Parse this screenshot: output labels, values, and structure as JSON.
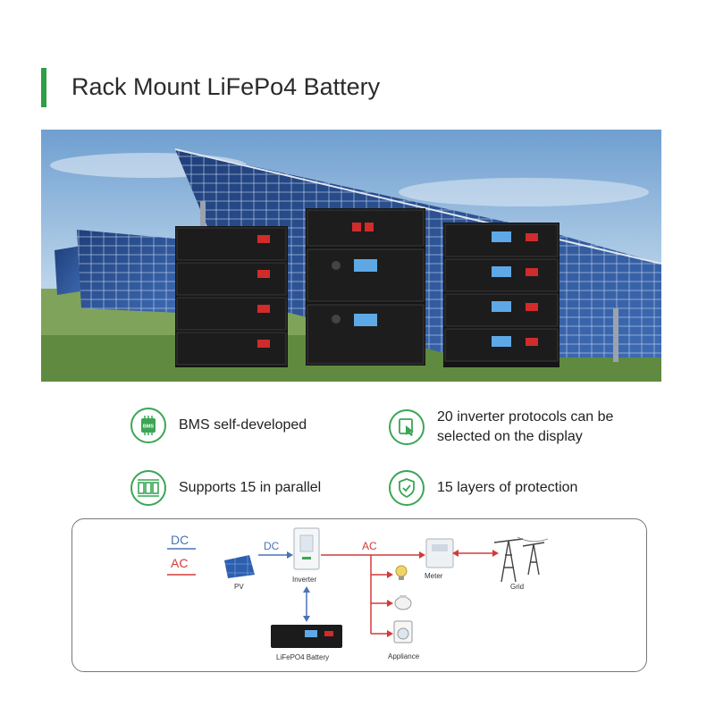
{
  "title": "Rack Mount LiFePo4 Battery",
  "features": [
    {
      "icon": "bms-chip-icon",
      "text": "BMS self-developed",
      "chip_label": "BMS"
    },
    {
      "icon": "touch-display-icon",
      "text": "20 inverter protocols can be selected on the display"
    },
    {
      "icon": "parallel-batteries-icon",
      "text": "Supports 15  in parallel"
    },
    {
      "icon": "shield-check-icon",
      "text": "15 layers of protection"
    }
  ],
  "diagram": {
    "legend_dc": "DC",
    "legend_ac": "AC",
    "pv_label": "PV",
    "dc_flow_label": "DC",
    "ac_flow_label": "AC",
    "inverter_label": "Inverter",
    "meter_label": "Meter",
    "grid_label": "Grid",
    "battery_label": "LiFePO4 Battery",
    "appliance_label": "Appliance",
    "dc_color": "#4a72b8",
    "ac_color": "#d23b3b"
  },
  "colors": {
    "accent": "#2f9e44",
    "icon_ring": "#3aa655"
  }
}
